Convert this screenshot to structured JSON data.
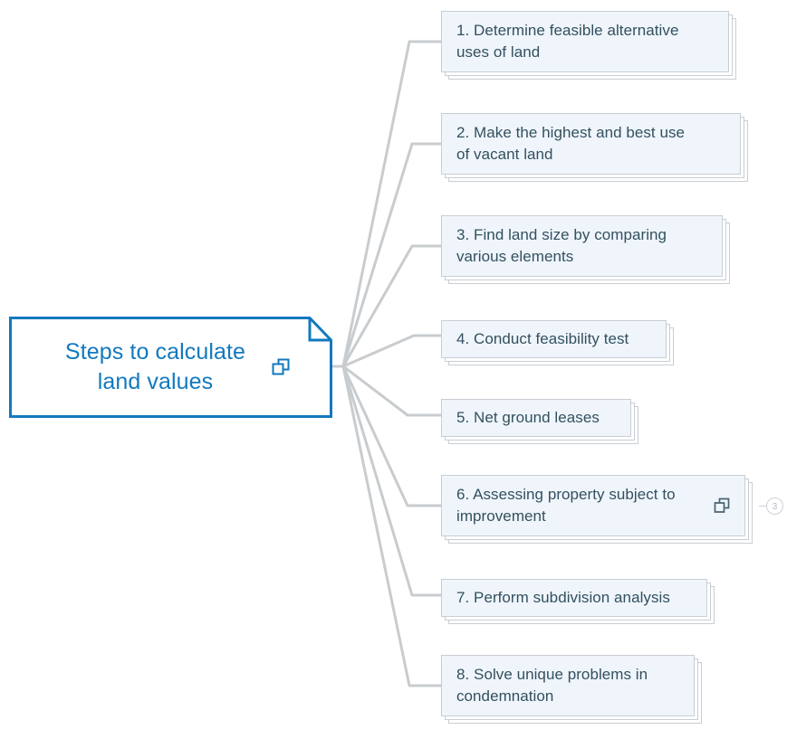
{
  "diagram": {
    "type": "mind-map",
    "orientation": "left-root-right-children",
    "background_color": "#ffffff",
    "accent_color": "#1279be",
    "node_fill_color": "#eff5fb",
    "node_border_color": "#c9ced3",
    "node_text_color": "#33505f",
    "connector_color": "#c8cccf"
  },
  "root": {
    "label": "Steps to calculate land values",
    "line1": "Steps to calculate",
    "line2": "land values",
    "copy_icon": "copy-icon",
    "folded_corner": true,
    "border_color": "#1279be",
    "text_color": "#1279be",
    "fill_color": "#ffffff"
  },
  "children": [
    {
      "index": 1,
      "label": "1. Determine feasible alternative uses of land",
      "lines": [
        "1. Determine feasible alternative",
        "uses of land"
      ],
      "has_copy_icon": false,
      "collapsed_count": null
    },
    {
      "index": 2,
      "label": "2. Make the highest and best use of vacant land",
      "lines": [
        "2. Make the highest and best use",
        "of vacant land"
      ],
      "has_copy_icon": false,
      "collapsed_count": null
    },
    {
      "index": 3,
      "label": "3. Find land size by comparing various elements",
      "lines": [
        "3. Find land size by comparing",
        "various elements"
      ],
      "has_copy_icon": false,
      "collapsed_count": null
    },
    {
      "index": 4,
      "label": "4. Conduct feasibility test",
      "lines": [
        "4. Conduct feasibility test"
      ],
      "has_copy_icon": false,
      "collapsed_count": null
    },
    {
      "index": 5,
      "label": "5. Net ground leases",
      "lines": [
        "5. Net ground leases"
      ],
      "has_copy_icon": false,
      "collapsed_count": null
    },
    {
      "index": 6,
      "label": "6. Assessing property subject to improvement",
      "lines": [
        "6. Assessing property subject to",
        "improvement"
      ],
      "has_copy_icon": true,
      "copy_icon": "copy-icon",
      "collapsed_count": "3"
    },
    {
      "index": 7,
      "label": "7. Perform subdivision analysis",
      "lines": [
        "7. Perform subdivision analysis"
      ],
      "has_copy_icon": false,
      "collapsed_count": null
    },
    {
      "index": 8,
      "label": "8. Solve unique problems in condemnation",
      "lines": [
        "8. Solve unique problems in",
        "condemnation"
      ],
      "has_copy_icon": false,
      "collapsed_count": null
    }
  ]
}
